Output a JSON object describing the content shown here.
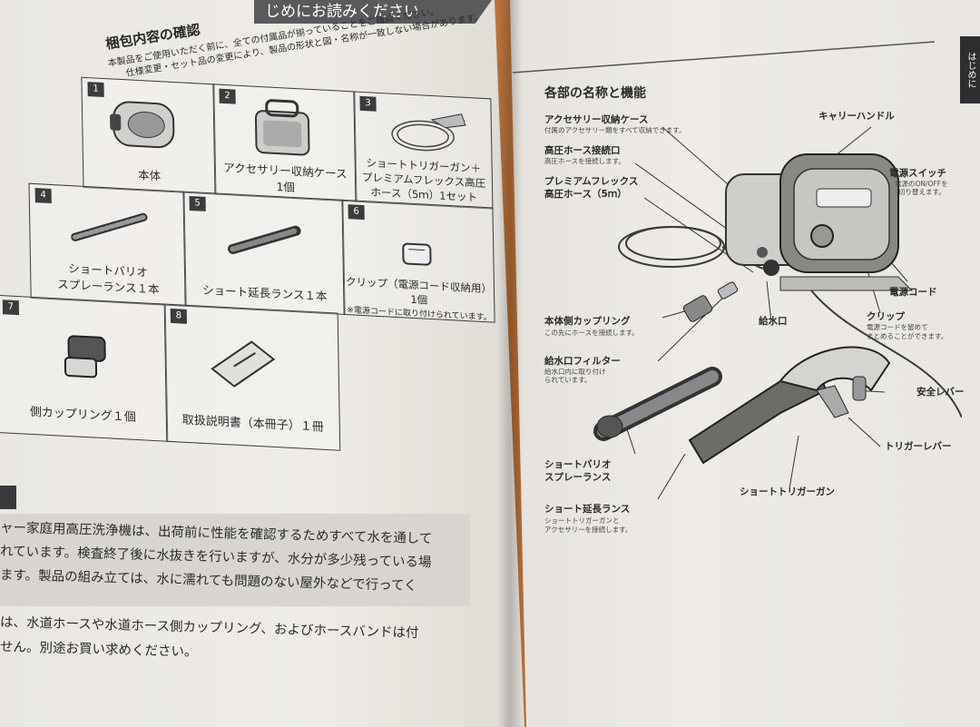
{
  "left": {
    "header": "じめにお読みください",
    "section_title": "梱包内容の確認",
    "notice_lines": [
      "本製品をご使用いただく前に、全ての付属品が揃っていることをご確認ください。",
      "仕様変更・セット品の変更により、製品の形状と図・名称が一致しない場合があります。"
    ],
    "items": [
      {
        "num": "1",
        "lines": [
          "本体"
        ]
      },
      {
        "num": "2",
        "lines": [
          "アクセサリー収納ケース",
          "1個"
        ]
      },
      {
        "num": "3",
        "lines": [
          "ショートトリガーガン＋",
          "プレミアムフレックス高圧",
          "ホース（5ｍ）1セット"
        ]
      },
      {
        "num": "4",
        "lines": [
          "ショートバリオ",
          "スプレーランス１本"
        ]
      },
      {
        "num": "5",
        "lines": [
          "ショート延長ランス１本"
        ]
      },
      {
        "num": "6",
        "lines": [
          "クリップ（電源コード収納用）",
          "1個"
        ],
        "note": "※電源コードに取り付けられています。"
      },
      {
        "num": "7",
        "lines": [
          "側カップリング１個"
        ]
      },
      {
        "num": "8",
        "lines": [
          "取扱説明書（本冊子）１冊"
        ]
      }
    ],
    "gray_lines": [
      "ャー家庭用高圧洗浄機は、出荷前に性能を確認するためすべて水を通して",
      "れています。検査終了後に水抜きを行いますが、水分が多少残っている場",
      "ます。製品の組み立ては、水に濡れても問題のない屋外などで行ってく",
      "は、水道ホースや水道ホース側カップリング、およびホースバンドは付",
      "せん。別途お買い求めください。"
    ]
  },
  "right": {
    "side_tab": "はじめに",
    "title": "各部の名称と機能",
    "labels": {
      "accessory_case": "アクセサリー収納ケース",
      "accessory_case_sub": "付属のアクセサリー類をすべて収納できます。",
      "hose_port": "高圧ホース接続口",
      "hose_port_sub": "高圧ホースを接続します。",
      "premium_hose_1": "プレミアムフレックス",
      "premium_hose_2": "高圧ホース（5ｍ）",
      "carry_handle": "キャリーハンドル",
      "power_switch": "電源スイッチ",
      "power_switch_sub_1": "電源のON/OFFを",
      "power_switch_sub_2": "切り替えます。",
      "power_cord": "電源コード",
      "clip": "クリップ",
      "clip_sub_1": "電源コードを留めて",
      "clip_sub_2": "まとめることができます。",
      "body_coupling": "本体側カップリング",
      "body_coupling_sub": "この先にホースを接続します。",
      "water_inlet": "給水口",
      "inlet_filter": "給水口フィルター",
      "inlet_filter_sub_1": "給水口内に取り付け",
      "inlet_filter_sub_2": "られています。",
      "safety_lever": "安全レバー",
      "trigger_lever": "トリガーレバー",
      "vario_lance_1": "ショートバリオ",
      "vario_lance_2": "スプレーランス",
      "trigger_gun": "ショートトリガーガン",
      "ext_lance": "ショート延長ランス",
      "ext_lance_sub_1": "ショートトリガーガンと",
      "ext_lance_sub_2": "アクセサリーを接続します。"
    }
  }
}
